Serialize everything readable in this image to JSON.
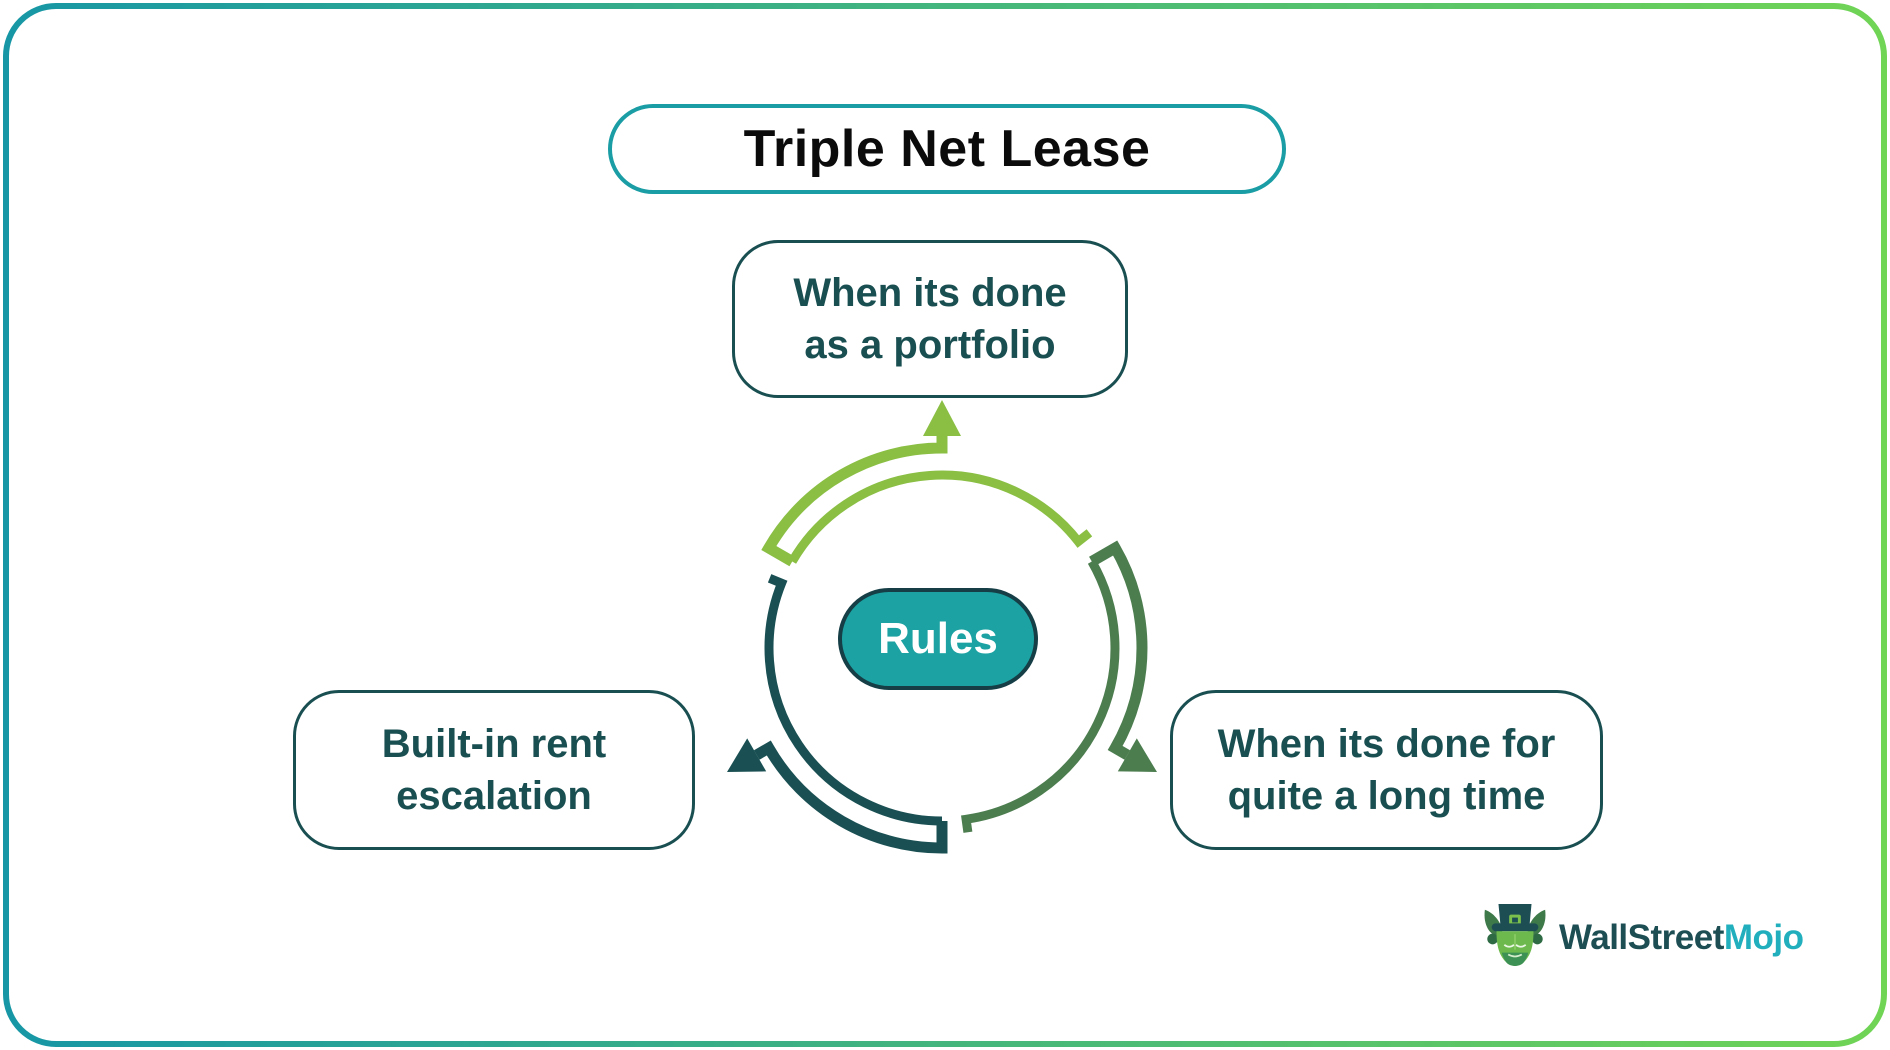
{
  "colors": {
    "canvas-bg": "#ffffff",
    "border-grad-start": "#1797A5",
    "border-grad-end": "#70D455",
    "title-border": "#1A9DA4",
    "title-text": "#0b0b0b",
    "node-border": "#1A4F52",
    "node-text": "#1A4F52",
    "arc-green": "#8ABF44",
    "arc-forest": "#4C7D4F",
    "arc-teal": "#1A5053",
    "pill-fill": "#1CA2A2",
    "pill-border": "#153E46",
    "pill-text": "#ffffff",
    "logo-dark": "#1D4E54",
    "logo-teal": "#22AFBD",
    "logo-green": "#6DB94D",
    "logo-green-dark": "#3D9155",
    "logo-horn": "#3E7A49",
    "logo-hoof": "#2E6B44",
    "logo-buckle": "#7CC14B"
  },
  "title": {
    "label": "Triple Net Lease"
  },
  "center": {
    "label": "Rules"
  },
  "nodes": {
    "top": {
      "line1": "When its done",
      "line2": "as a portfolio"
    },
    "right": {
      "line1": "When its done for",
      "line2": "quite a long time"
    },
    "left": {
      "line1": "Built-in rent",
      "line2": "escalation"
    }
  },
  "cycle": {
    "description": "three-segment circular arrow cycle around Rules",
    "segments": [
      {
        "name": "top-arc",
        "points_to": "When its done as a portfolio"
      },
      {
        "name": "right-arc",
        "points_to": "When its done for quite a long time"
      },
      {
        "name": "bottom-left-arc",
        "points_to": "Built-in rent escalation"
      }
    ]
  },
  "logo": {
    "part1": "WallStreet",
    "part2": "Mojo"
  }
}
